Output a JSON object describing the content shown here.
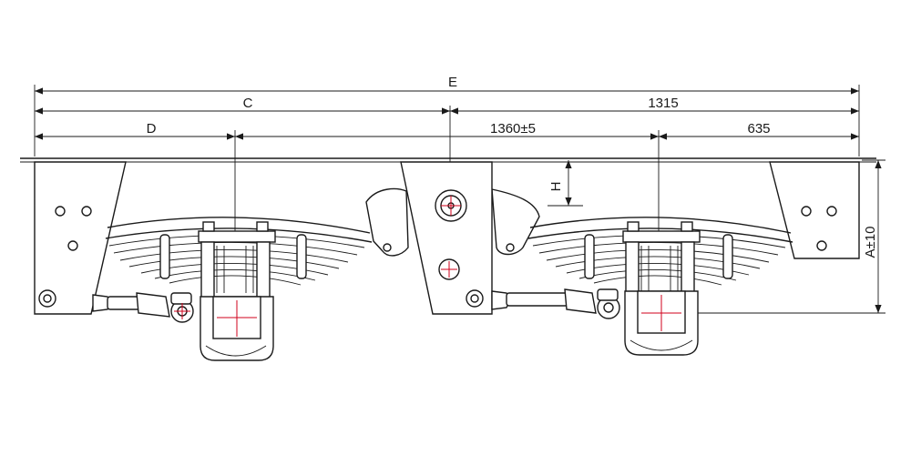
{
  "dimensions": {
    "overall": "E",
    "axle_to_front": "C",
    "rear_span": "1315",
    "front_offset": "D",
    "axle_spacing": "1360±5",
    "rear_offset": "635",
    "hanger_height": "H",
    "total_height": "A±10"
  },
  "colors": {
    "line": "#1a1a1a",
    "centermark": "#d0021b",
    "background": "#ffffff"
  }
}
